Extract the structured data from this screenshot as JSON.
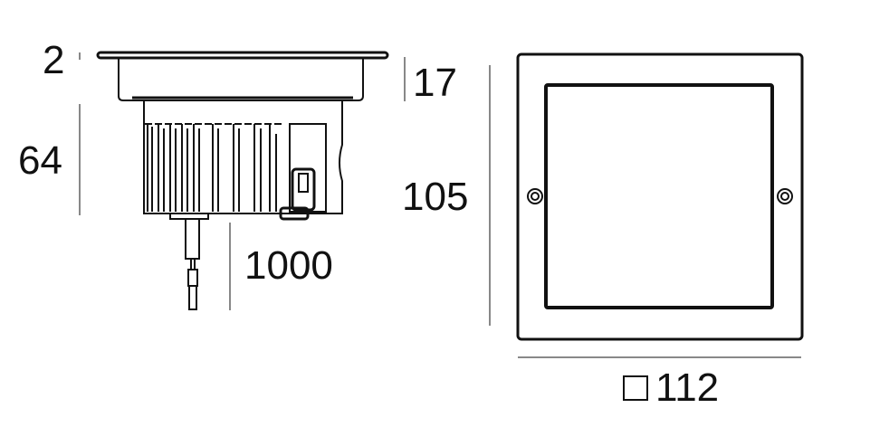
{
  "dimensions": {
    "flange_thickness": "2",
    "trim_height": "17",
    "body_height": "64",
    "cable_length": "1000",
    "front_height": "105",
    "front_width": "112"
  },
  "colors": {
    "line": "#111111",
    "background": "#ffffff"
  }
}
